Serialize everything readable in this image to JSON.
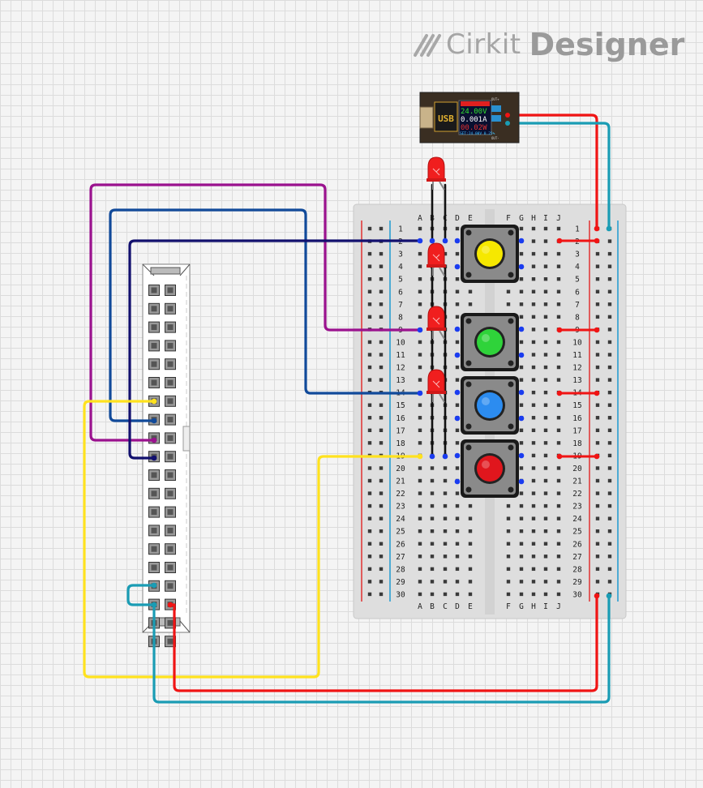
{
  "logo": {
    "brand": "Cirkit",
    "product": "Designer",
    "icon": "cirkit-logo-icon"
  },
  "meter": {
    "voltage": "24.00V",
    "current": "0.001A",
    "power": "00.02W",
    "set_line": "SET:24.00V 0.25%",
    "badge": "USB",
    "pin_top": "OUT+",
    "pin_bottom": "OUT-"
  },
  "breadboard": {
    "columns_left": [
      "A",
      "B",
      "C",
      "D",
      "E"
    ],
    "columns_right": [
      "F",
      "G",
      "H",
      "I",
      "J"
    ],
    "rows": 30
  },
  "buttons": [
    {
      "name": "yellow-push-button",
      "color": "#f6e800"
    },
    {
      "name": "green-push-button",
      "color": "#2fd33a"
    },
    {
      "name": "blue-push-button",
      "color": "#2c8cf0"
    },
    {
      "name": "red-push-button",
      "color": "#e0161d"
    }
  ],
  "colors": {
    "wire_red": "#f01414",
    "wire_teal": "#1a9cb4",
    "wire_purple": "#9a128e",
    "wire_blue": "#114a9a",
    "wire_navy": "#12106e",
    "wire_yellow": "#ffe21e",
    "pin_blue": "#1a3cf0",
    "led_red": "#f01e1e"
  }
}
